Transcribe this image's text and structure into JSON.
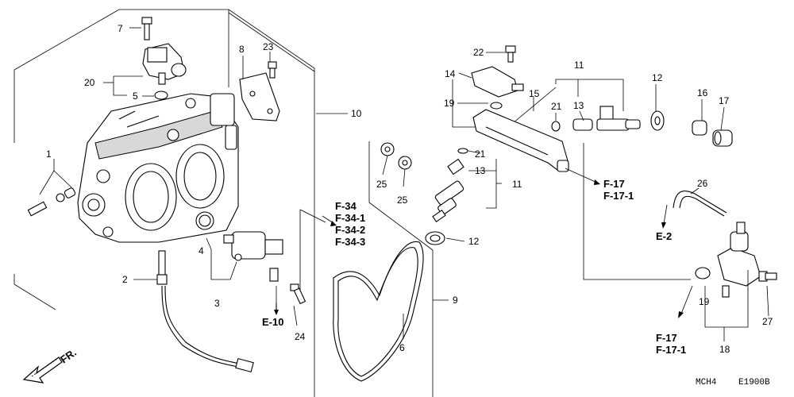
{
  "callouts": {
    "c1": "1",
    "c2": "2",
    "c3": "3",
    "c4": "4",
    "c5": "5",
    "c6": "6",
    "c7": "7",
    "c8": "8",
    "c9": "9",
    "c10": "10",
    "c11a": "11",
    "c11b": "11",
    "c12a": "12",
    "c12b": "12",
    "c13a": "13",
    "c13b": "13",
    "c14": "14",
    "c15": "15",
    "c16": "16",
    "c17": "17",
    "c18": "18",
    "c19a": "19",
    "c19b": "19",
    "c20": "20",
    "c21a": "21",
    "c21b": "21",
    "c22": "22",
    "c23": "23",
    "c24": "24",
    "c25a": "25",
    "c25b": "25",
    "c26": "26",
    "c27": "27"
  },
  "refs": {
    "e10": "E-10",
    "f34": "F-34",
    "f34_1": "F-34-1",
    "f34_2": "F-34-2",
    "f34_3": "F-34-3",
    "f17a": "F-17",
    "f17_1a": "F-17-1",
    "e2": "E-2",
    "f17b": "F-17",
    "f17_1b": "F-17-1"
  },
  "direction_label": "FR.",
  "footer": {
    "model_code": "MCH4",
    "diagram_code": "E1900B"
  }
}
